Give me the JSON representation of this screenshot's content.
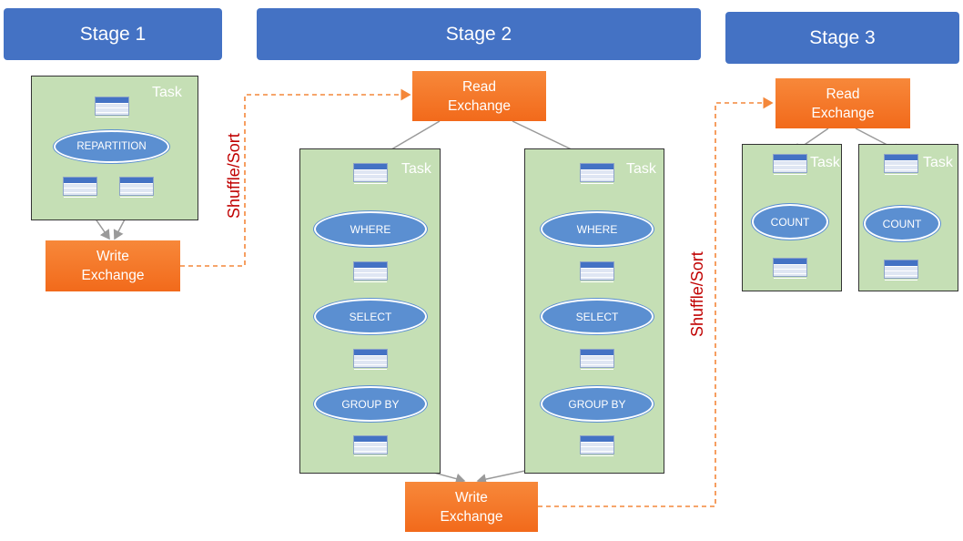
{
  "stages": {
    "stage1": "Stage 1",
    "stage2": "Stage 2",
    "stage3": "Stage 3"
  },
  "task_label": "Task",
  "exchange": {
    "write_line1": "Write",
    "read_line1": "Read",
    "line2": "Exchange"
  },
  "shuffle_label": "Shuffle/Sort",
  "operations": {
    "repartition": "REPARTITION",
    "where": "WHERE",
    "select": "SELECT",
    "group_by": "GROUP BY",
    "count": "COUNT"
  },
  "colors": {
    "stage": "#4472c4",
    "task": "#c5dfb5",
    "exchange": "#f47b20",
    "operation": "#5b8fd1",
    "shuffle_text": "#c00000",
    "dashed_line": "#f4873a"
  }
}
